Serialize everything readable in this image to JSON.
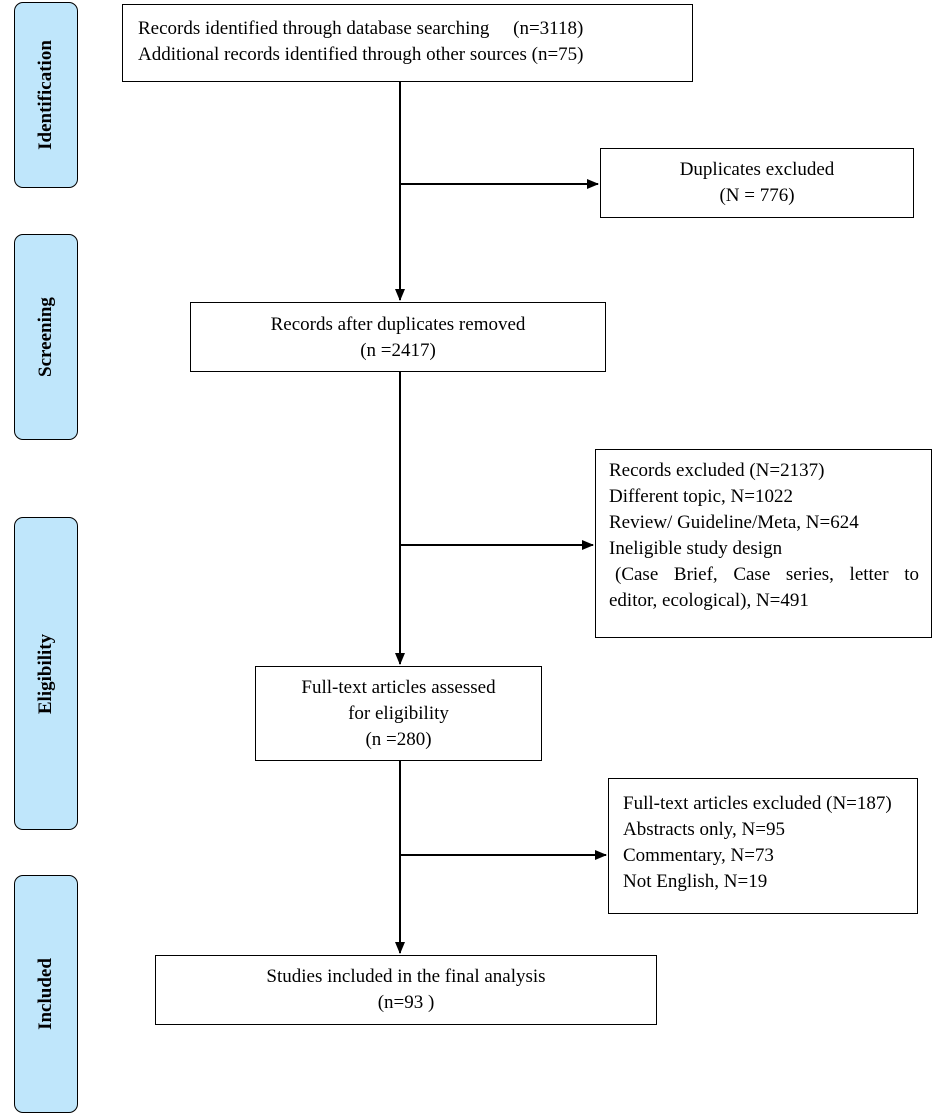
{
  "stages": {
    "identification": "Identification",
    "screening": "Screening",
    "eligibility": "Eligibility",
    "included": "Included"
  },
  "boxes": {
    "identified": {
      "line1": "Records identified through database searching     (n=3118)",
      "line2": "Additional records identified through other sources (n=75)"
    },
    "duplicates": {
      "line1": "Duplicates excluded",
      "line2": "(N = 776)"
    },
    "screened": {
      "line1": "Records after duplicates removed",
      "line2": "(n =2417)"
    },
    "records_excluded": {
      "line1": "Records excluded (N=2137)",
      "line2": "Different topic, N=1022",
      "line3": "Review/ Guideline/Meta, N=624",
      "line4": "Ineligible study design",
      "line5": "(Case Brief, Case series, letter to",
      "line6": "editor, ecological), N=491"
    },
    "fulltext": {
      "line1": "Full-text articles assessed",
      "line2": "for eligibility",
      "line3": "(n =280)"
    },
    "fulltext_excluded": {
      "line1": "Full-text articles excluded (N=187)",
      "line2": "Abstracts only, N=95",
      "line3": "Commentary, N=73",
      "line4": "Not English, N=19"
    },
    "included": {
      "line1": "Studies included in the final analysis",
      "line2": "(n=93 )"
    }
  },
  "colors": {
    "stage_fill": "#bfe6fb",
    "line": "#000000"
  }
}
